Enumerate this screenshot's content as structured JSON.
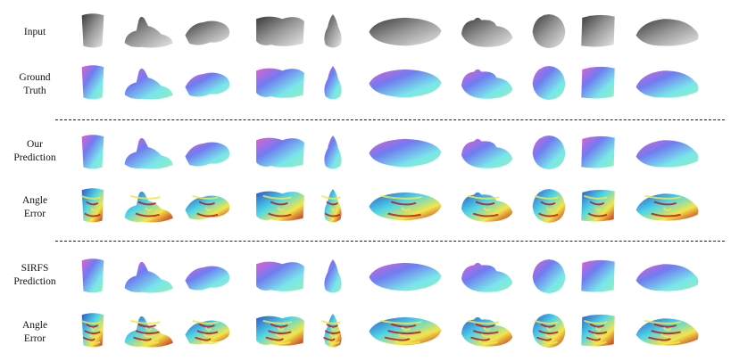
{
  "rows": [
    {
      "label_lines": [
        "Input"
      ],
      "style": "input"
    },
    {
      "label_lines": [
        "Ground",
        "Truth"
      ],
      "style": "normal-a"
    },
    {
      "label_lines": [
        "Our",
        "Prediction"
      ],
      "style": "normal-b"
    },
    {
      "label_lines": [
        "Angle",
        "Error"
      ],
      "style": "error-a"
    },
    {
      "label_lines": [
        "SIRFS",
        "Prediction"
      ],
      "style": "normal-c"
    },
    {
      "label_lines": [
        "Angle",
        "Error"
      ],
      "style": "error-b"
    }
  ],
  "objects": [
    "cylinder",
    "deer",
    "frog",
    "rock",
    "pear",
    "potato",
    "cat",
    "sun-plaque",
    "cloth",
    "turtle"
  ],
  "colors": {
    "input_dark": "#3a3a3a",
    "input_light": "#e6e6e6",
    "normal_pink": "#e35fd0",
    "normal_blue": "#6f7cf0",
    "normal_cyan": "#79e6ea",
    "normal_green": "#8ff1b7",
    "error_blue": "#2b55c8",
    "error_cyan": "#4fd6e5",
    "error_yellow": "#f2e64a",
    "error_red": "#c3141b"
  }
}
